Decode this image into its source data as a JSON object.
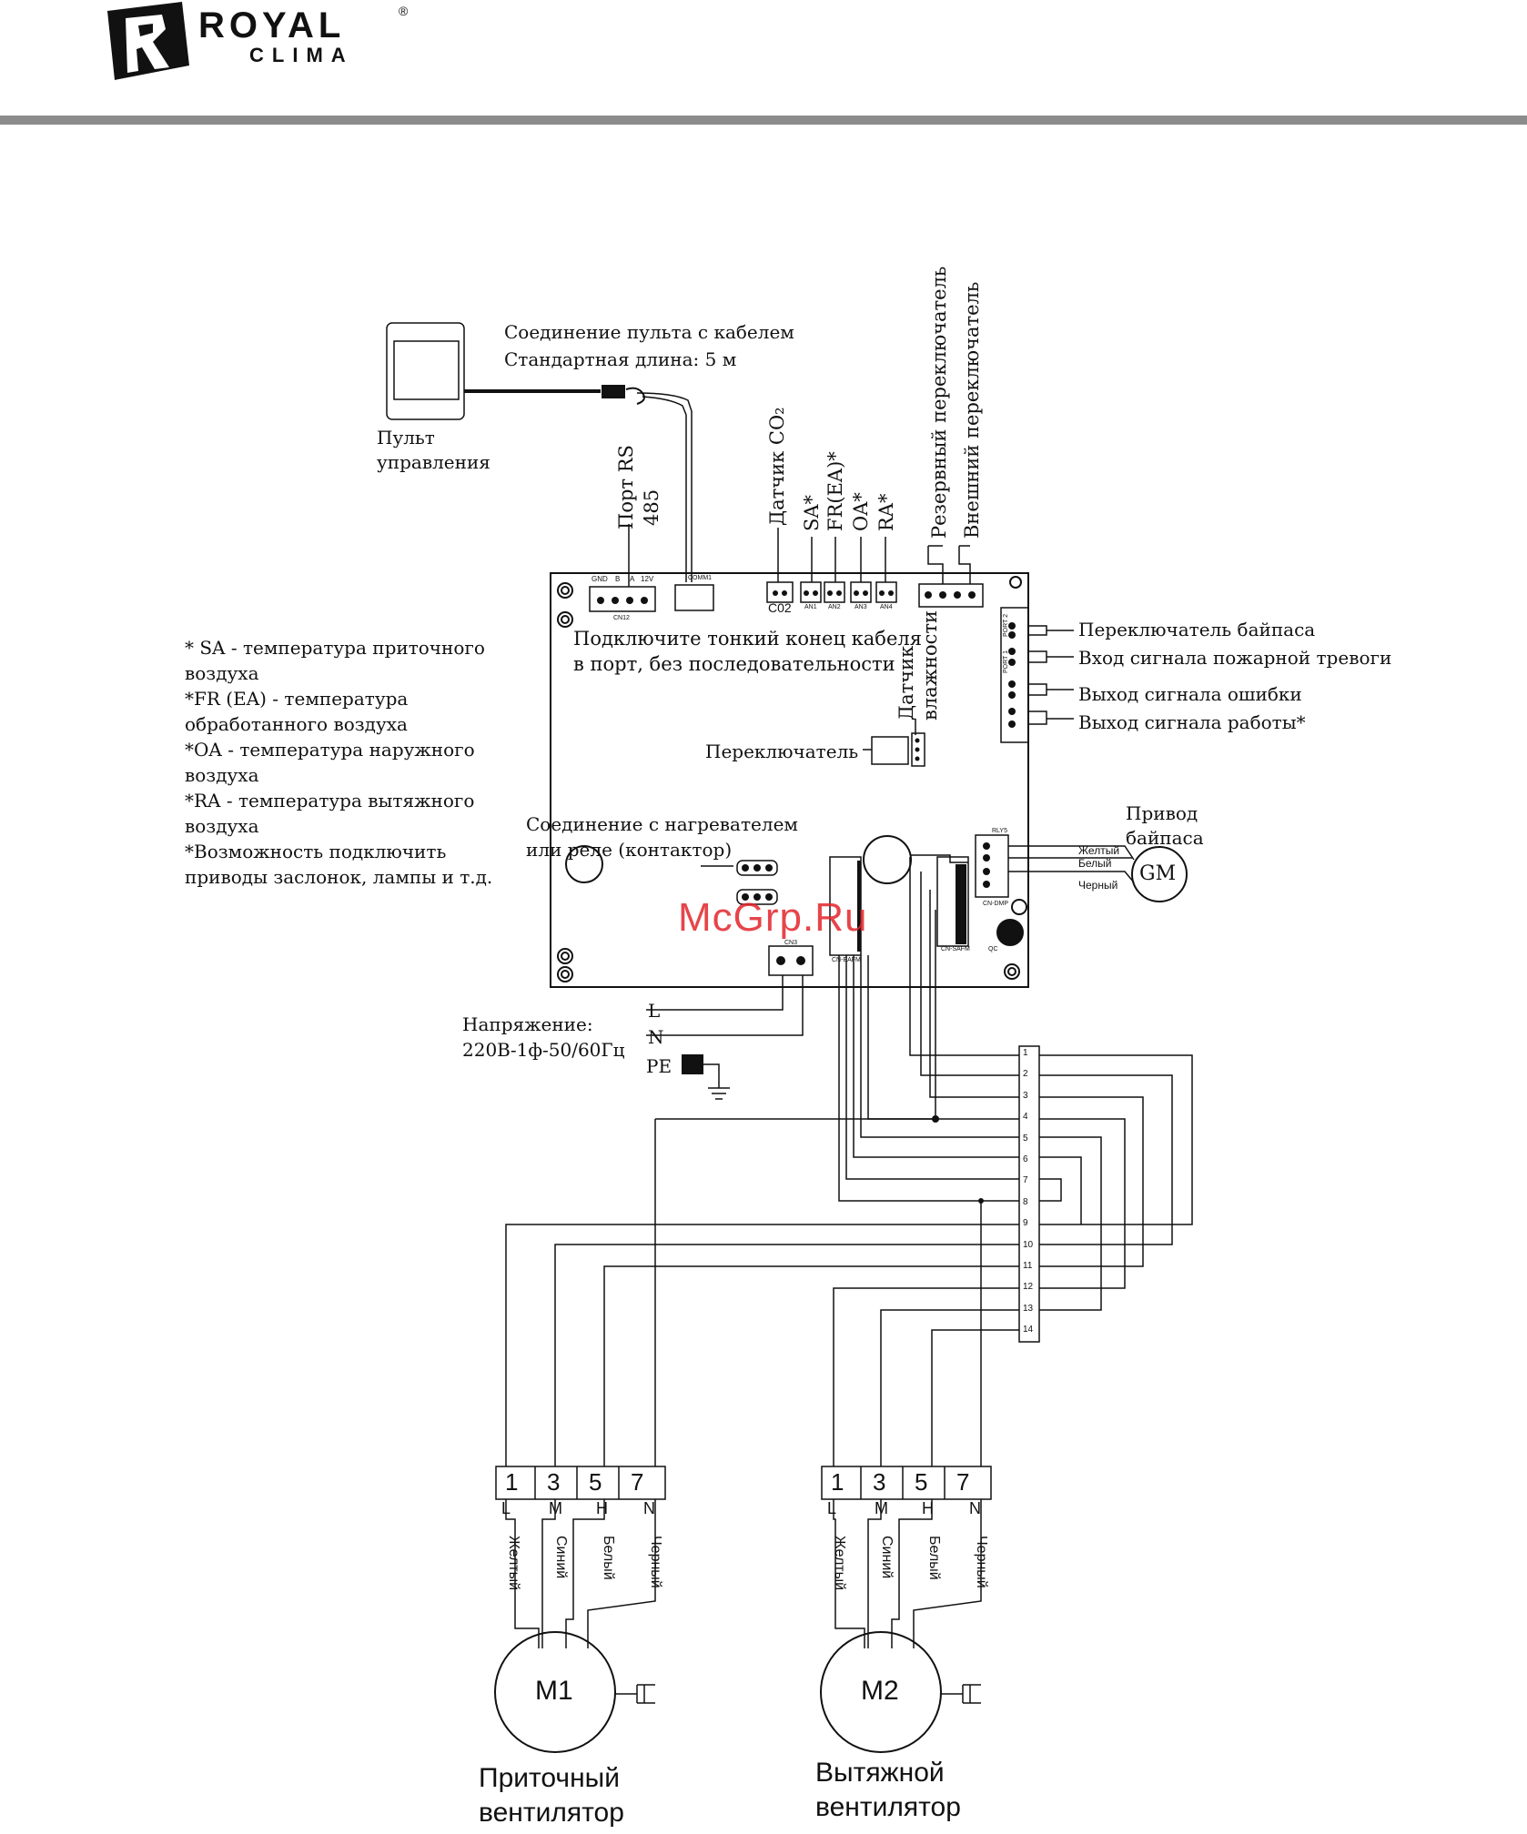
{
  "header": {
    "brand_name": "ROYAL",
    "brand_reg": "®",
    "brand_sub": "CLIMA"
  },
  "remote": {
    "label_line1": "Пульт",
    "label_line2": "управления",
    "cable_line1": "Соединение пульта с кабелем",
    "cable_line2": "Стандартная длина: 5 м"
  },
  "board_top": {
    "rs485_line1": "Порт RS",
    "rs485_line2": "485",
    "co2_sensor": "Датчик CO₂",
    "sa": "SA*",
    "fr": "FR(EA)*",
    "oa": "OA*",
    "ra": "RA*",
    "reserve_switch": "Резервный переключатель",
    "external_switch": "Внешний переключатель",
    "co2_label": "C02"
  },
  "board_inside": {
    "cable_note_line1": "Подключите тонкий конец кабеля",
    "cable_note_line2": "в порт, без последовательности",
    "humidity_line1": "Датчик",
    "humidity_line2": "влажности",
    "switch_label": "Переключатель",
    "heater_line1": "Соединение с нагревателем",
    "heater_line2": "или реле (контактор)"
  },
  "right_io": {
    "bypass_switch": "Переключатель байпаса",
    "fire_alarm_in": "Вход сигнала пожарной тревоги",
    "error_out": "Выход сигнала ошибки",
    "run_out": "Выход сигнала работы*"
  },
  "bypass_drive": {
    "label_line1": "Привод",
    "label_line2": "байпаса",
    "motor": "GM",
    "wire_yellow": "Желтый",
    "wire_white": "Белый",
    "wire_black": "Черный"
  },
  "notes": [
    "* SA - температура приточного",
    "воздуха",
    "*FR (EA) - температура",
    "обработанного воздуха",
    "*OA - температура наружного",
    "воздуха",
    "*RA - температура вытяжного",
    "воздуха",
    "*Возможность подключить",
    "приводы заслонок, лампы и т.д."
  ],
  "power": {
    "line1": "Напряжение:",
    "line2": "220В-1ф-50/60Гц",
    "L": "L",
    "N": "N",
    "PE": "PE"
  },
  "terminal_block": [
    "1",
    "2",
    "3",
    "4",
    "5",
    "6",
    "7",
    "8",
    "9",
    "10",
    "11",
    "12",
    "13",
    "14"
  ],
  "motors": [
    {
      "name": "M1",
      "caption_line1": "Приточный",
      "caption_line2": "вентилятор",
      "terminals": [
        "1",
        "3",
        "5",
        "7"
      ],
      "letters": [
        "L",
        "M",
        "H",
        "N"
      ],
      "wires": [
        "Желтый",
        "Синий",
        "Белый",
        "Черный"
      ]
    },
    {
      "name": "M2",
      "caption_line1": "Вытяжной",
      "caption_line2": "вентилятор",
      "terminals": [
        "1",
        "3",
        "5",
        "7"
      ],
      "letters": [
        "L",
        "M",
        "H",
        "N"
      ],
      "wires": [
        "Желтый",
        "Синий",
        "Белый",
        "Черный"
      ]
    }
  ],
  "pcb_small_labels": {
    "cn12": "CN12",
    "gnd": "GND",
    "b": "B",
    "a": "A",
    "v12": "12V",
    "comm": "COMM1",
    "an1": "AN1",
    "an2": "AN2",
    "an3": "AN3",
    "an4": "AN4",
    "port1": "PORT 1",
    "port2": "PORT 2",
    "cn_eafm": "CN-EAFM",
    "cn_safm": "CN-SAFM",
    "cn_dmp": "CN-DMP",
    "qc": "QC",
    "rly5": "RLY5",
    "cn3": "CN3"
  },
  "watermark": "McGrp.Ru"
}
